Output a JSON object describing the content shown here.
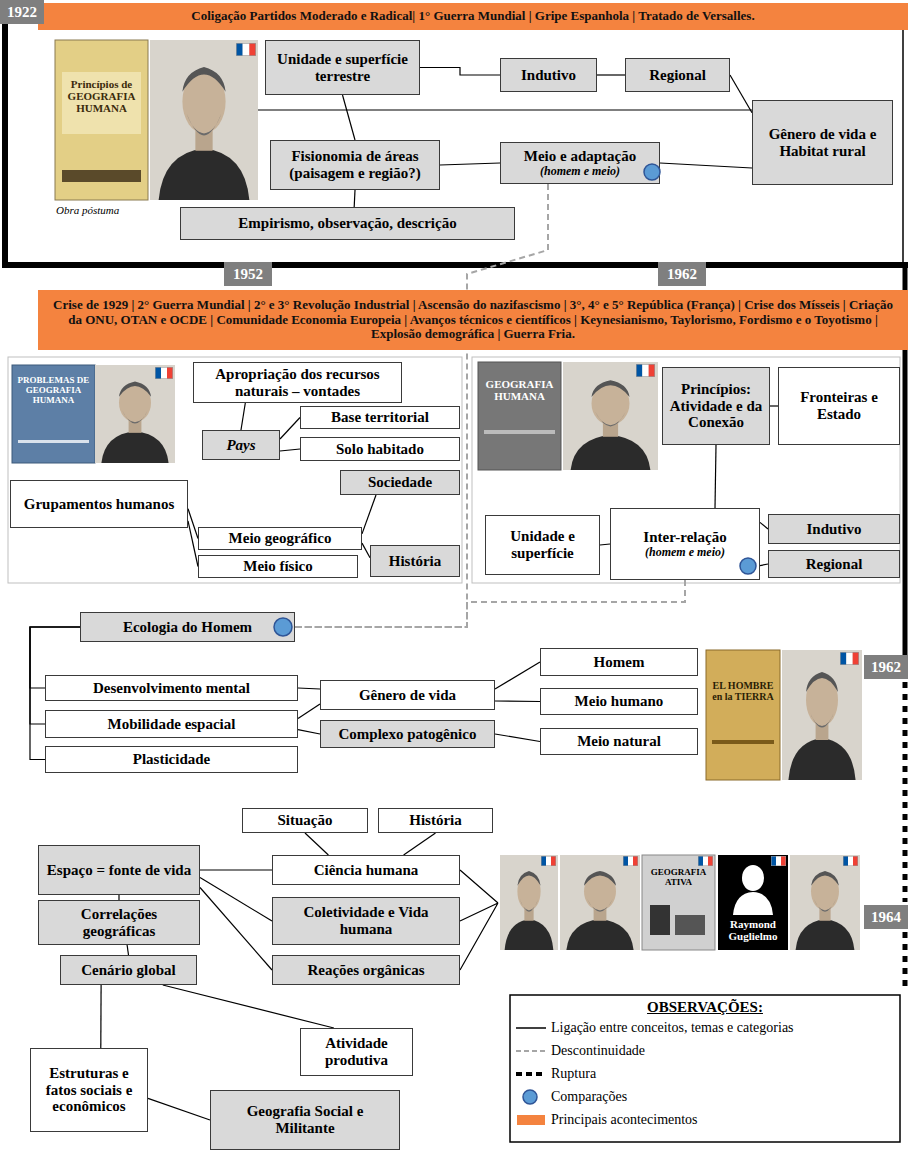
{
  "diagram": {
    "nodes": [
      {
        "text": [
          "Coligação Partidos Moderado e Radical| 1° Guerra Mundial | Gripe Espanhola | Tratado de Versalles."
        ]
      },
      {
        "text": [
          "1922"
        ]
      },
      {
        "text": [
          "Unidade e superfície terrestre"
        ]
      },
      {
        "text": [
          "Indutivo"
        ]
      },
      {
        "text": [
          "Regional"
        ]
      },
      {
        "text": [
          "Gênero de vida e Habitat rural"
        ]
      },
      {
        "text": [
          "Fisionomia de áreas (paisagem e região?)"
        ]
      },
      {
        "text": [
          "Meio e adaptação",
          "(homem e meio)"
        ]
      },
      {
        "text": [
          "Empirismo, observação, descrição"
        ]
      },
      {
        "text": [
          "1952"
        ]
      },
      {
        "text": [
          "1962"
        ]
      },
      {
        "text": [
          "Crise de 1929 | 2° Guerra Mundial | 2° e 3° Revolução Industrial | Ascensão do nazifascismo | 3°, 4° e 5° República (França) | Crise dos Mísseis | Criação da ONU, OTAN e OCDE | Comunidade Economia Europeia | Avanços técnicos e científicos | Keynesianismo, Taylorismo, Fordismo e o Toyotismo | Explosão demográfica | Guerra Fria."
        ]
      },
      {
        "text": [
          "Apropriação dos recursos naturais – vontades"
        ]
      },
      {
        "text": [
          "Base territorial"
        ]
      },
      {
        "text": [
          "Pays"
        ]
      },
      {
        "text": [
          "Solo habitado"
        ]
      },
      {
        "text": [
          "Sociedade"
        ]
      },
      {
        "text": [
          "Grupamentos humanos"
        ]
      },
      {
        "text": [
          "Meio geográfico"
        ]
      },
      {
        "text": [
          "História"
        ]
      },
      {
        "text": [
          "Meio físico"
        ]
      },
      {
        "text": [
          "Princípios: Atividade e da Conexão"
        ]
      },
      {
        "text": [
          "Fronteiras e Estado"
        ]
      },
      {
        "text": [
          "Unidade e superfície"
        ]
      },
      {
        "text": [
          "Inter-relação",
          "(homem e meio)"
        ]
      },
      {
        "text": [
          "Indutivo"
        ]
      },
      {
        "text": [
          "Regional"
        ]
      },
      {
        "text": [
          "Ecologia do Homem"
        ]
      },
      {
        "text": [
          "Homem"
        ]
      },
      {
        "text": [
          "Desenvolvimento mental"
        ]
      },
      {
        "text": [
          "Gênero de vida"
        ]
      },
      {
        "text": [
          "Meio humano"
        ]
      },
      {
        "text": [
          "Mobilidade espacial"
        ]
      },
      {
        "text": [
          "Complexo patogênico"
        ]
      },
      {
        "text": [
          "Meio natural"
        ]
      },
      {
        "text": [
          "Plasticidade"
        ]
      },
      {
        "text": [
          "1962"
        ]
      },
      {
        "text": [
          "Situação"
        ]
      },
      {
        "text": [
          "História"
        ]
      },
      {
        "text": [
          "Espaço = fonte de vida"
        ]
      },
      {
        "text": [
          "Ciência humana"
        ]
      },
      {
        "text": [
          "Correlações geográficas"
        ]
      },
      {
        "text": [
          "Coletividade e Vida humana"
        ]
      },
      {
        "text": [
          "1964"
        ]
      },
      {
        "text": [
          "Cenário global"
        ]
      },
      {
        "text": [
          "Reações orgânicas"
        ]
      },
      {
        "text": [
          "Atividade produtiva"
        ]
      },
      {
        "text": [
          "Estruturas e fatos sociais e econômicos"
        ]
      },
      {
        "text": [
          "Geografia Social e Militante"
        ]
      }
    ],
    "edges": [
      {
        "from": 2,
        "to": 3,
        "arrow": "none"
      },
      {
        "from": 3,
        "to": 4,
        "arrow": "none"
      },
      {
        "from": 4,
        "to": 5,
        "arrow": "none"
      },
      {
        "from": 2,
        "to": 6,
        "arrow": "none"
      },
      {
        "from": 6,
        "to": 7,
        "arrow": "none"
      },
      {
        "from": 7,
        "to": 5,
        "arrow": "none"
      },
      {
        "from": 6,
        "to": 8,
        "arrow": "none"
      },
      {
        "from": 7,
        "to": 27,
        "arrow": "none"
      },
      {
        "from": 24,
        "to": 27,
        "arrow": "none"
      },
      {
        "from": 14,
        "to": 12,
        "arrow": "none"
      },
      {
        "from": 14,
        "to": 13,
        "arrow": "none"
      },
      {
        "from": 14,
        "to": 15,
        "arrow": "none"
      },
      {
        "from": 17,
        "to": 18,
        "arrow": "none"
      },
      {
        "from": 17,
        "to": 20,
        "arrow": "none"
      },
      {
        "from": 18,
        "to": 16,
        "arrow": "none"
      },
      {
        "from": 18,
        "to": 19,
        "arrow": "none"
      },
      {
        "from": 21,
        "to": 22,
        "arrow": "none"
      },
      {
        "from": 21,
        "to": 24,
        "arrow": "none"
      },
      {
        "from": 23,
        "to": 24,
        "arrow": "none"
      },
      {
        "from": 24,
        "to": 25,
        "arrow": "none"
      },
      {
        "from": 24,
        "to": 26,
        "arrow": "none"
      },
      {
        "from": 27,
        "to": 29,
        "arrow": "none"
      },
      {
        "from": 27,
        "to": 32,
        "arrow": "none"
      },
      {
        "from": 27,
        "to": 35,
        "arrow": "none"
      },
      {
        "from": 29,
        "to": 30,
        "arrow": "none"
      },
      {
        "from": 32,
        "to": 30,
        "arrow": "none"
      },
      {
        "from": 32,
        "to": 33,
        "arrow": "none"
      },
      {
        "from": 30,
        "to": 28,
        "arrow": "none"
      },
      {
        "from": 30,
        "to": 31,
        "arrow": "none"
      },
      {
        "from": 33,
        "to": 34,
        "arrow": "none"
      },
      {
        "from": 37,
        "to": 40,
        "arrow": "none"
      },
      {
        "from": 38,
        "to": 40,
        "arrow": "none"
      },
      {
        "from": 39,
        "to": 40,
        "arrow": "none"
      },
      {
        "from": 39,
        "to": 42,
        "arrow": "none"
      },
      {
        "from": 39,
        "to": 45,
        "arrow": "none"
      },
      {
        "from": 39,
        "to": 41,
        "arrow": "none"
      },
      {
        "from": 41,
        "to": 44,
        "arrow": "none"
      },
      {
        "from": 44,
        "to": 47,
        "arrow": "none"
      },
      {
        "from": 44,
        "to": 46,
        "arrow": "none"
      },
      {
        "from": 47,
        "to": 48,
        "arrow": "none"
      }
    ],
    "labels": [
      "Obra póstuma",
      "Princípios de GEOGRAFIA HUMANA",
      "PROBLEMAS DE GEOGRAFIA HUMANA",
      "GEOGRAFIA HUMANA",
      "EL HOMBRE en la TIERRA",
      "GEOGRAFIA ATIVA",
      "Raymond Guglielmo",
      "OBSERVAÇÕES:"
    ],
    "legend": [
      {
        "text": "Ligação entre conceitos, temas e categorias"
      },
      {
        "text": "Descontinuidade"
      },
      {
        "text": "Ruptura"
      },
      {
        "text": "Comparações",
        "color": "#5b9bd5"
      },
      {
        "text": "Principais acontecimentos",
        "color": "#f4833f"
      }
    ]
  }
}
